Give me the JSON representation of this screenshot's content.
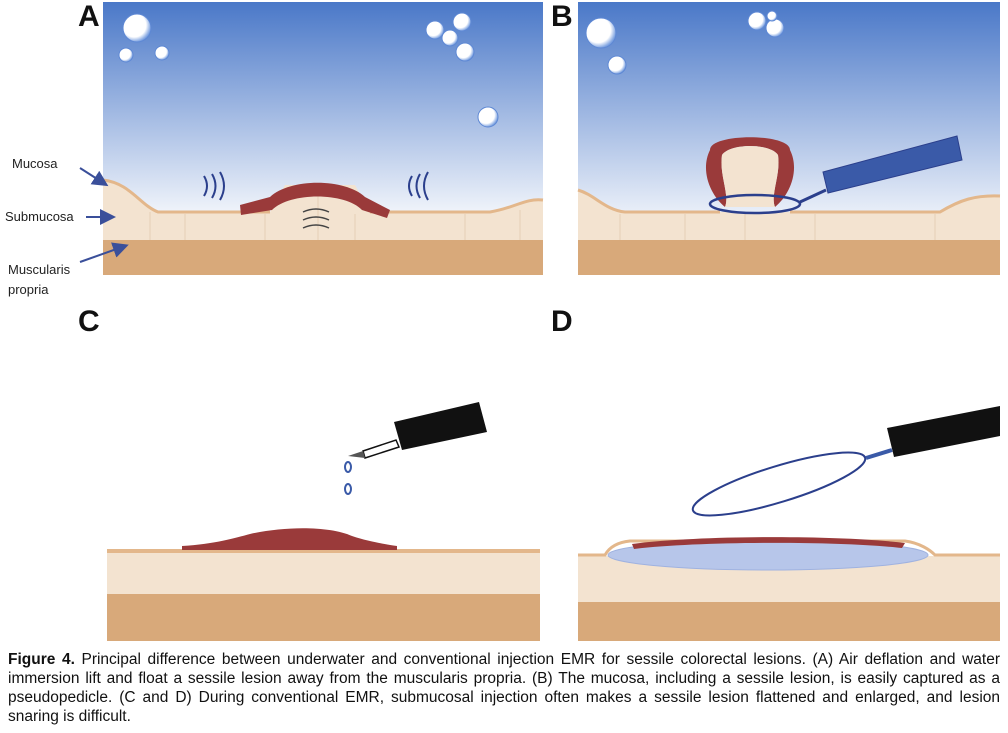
{
  "panels": [
    {
      "letter": "A"
    },
    {
      "letter": "B"
    },
    {
      "letter": "C"
    },
    {
      "letter": "D"
    }
  ],
  "layer_labels": {
    "mucosa": "Mucosa",
    "submucosa": "Submucosa",
    "muscularis_line1": "Muscularis",
    "muscularis_line2": "propria"
  },
  "colors": {
    "sky_top": "#4a78c8",
    "sky_bottom": "#ffffff",
    "submucosa": "#f3e3d0",
    "muscularis": "#d8a97a",
    "mucosa_edge": "#e3b78b",
    "lesion": "#9a3a3a",
    "snare": "#2b3f8c",
    "scope_blue": "#3a5aa8",
    "arrow": "#3a4f9a",
    "injection_bleb": "#b7c6ea"
  },
  "caption": {
    "label": "Figure 4.",
    "text": " Principal difference between underwater and conventional injection EMR for sessile colorectal lesions. (A) Air deflation and water immersion lift and float a sessile lesion away from the muscularis propria. (B) The mucosa, including a sessile lesion, is easily captured as a pseudopedicle. (C and D) During conventional EMR, submucosal injection often makes a sessile lesion flattened and enlarged, and lesion snaring is difficult."
  }
}
